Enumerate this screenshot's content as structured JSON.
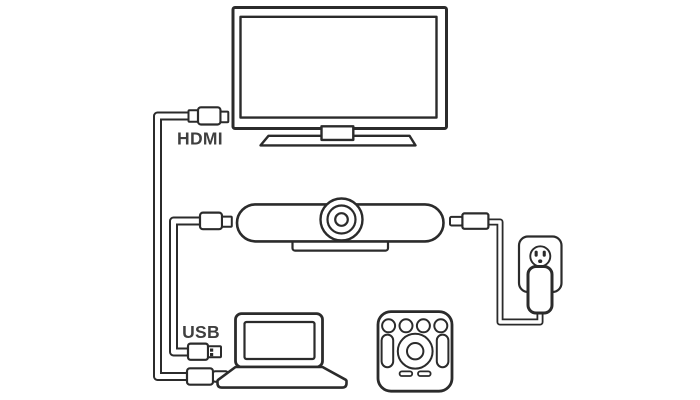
{
  "page": {
    "background": "#ffffff"
  },
  "palette": {
    "line": "#2b2b2b",
    "text": "#3f3f3f",
    "fill": "#ffffff"
  },
  "labels": {
    "hdmi": "HDMI",
    "usb": "USB"
  },
  "devices": [
    {
      "icon": "tv-icon",
      "role": "display"
    },
    {
      "icon": "conference-camera-icon",
      "role": "camera-soundbar"
    },
    {
      "icon": "laptop-icon",
      "role": "computer"
    },
    {
      "icon": "remote-control-icon",
      "role": "remote"
    },
    {
      "icon": "power-adapter-icon",
      "role": "power-supply"
    },
    {
      "icon": "wall-outlet-icon",
      "role": "mains-socket"
    }
  ],
  "connections": [
    {
      "cable": "hdmi-cable",
      "label": "HDMI",
      "from": "display",
      "to": "computer"
    },
    {
      "cable": "usb-cable",
      "label": "USB",
      "from": "camera-soundbar",
      "to": "computer"
    },
    {
      "cable": "power-cable",
      "label": "",
      "from": "camera-soundbar",
      "to": "mains-socket"
    }
  ]
}
